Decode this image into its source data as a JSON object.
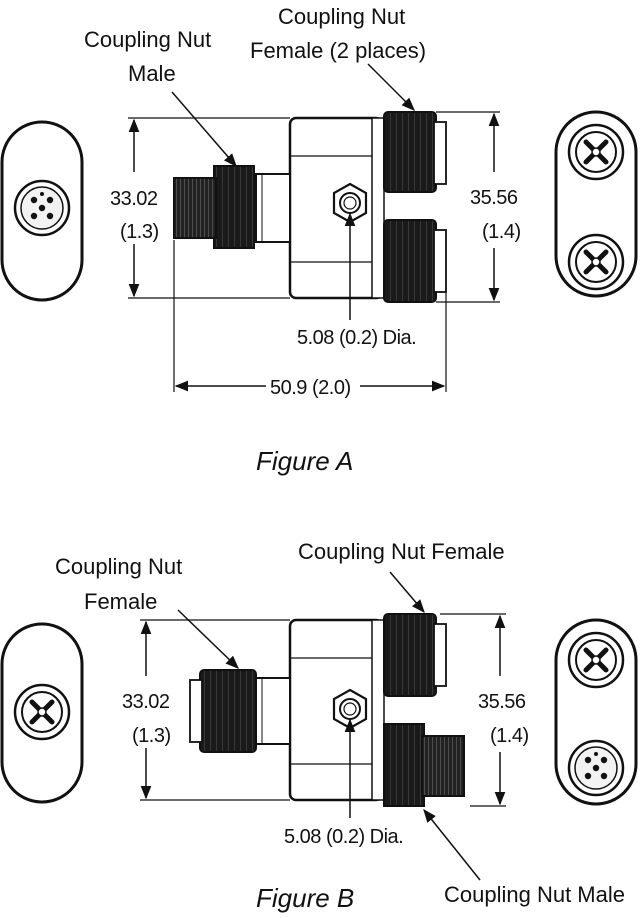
{
  "figure_a": {
    "caption": "Figure A",
    "labels": {
      "male_nut_line1": "Coupling Nut",
      "male_nut_line2": "Male",
      "female_nut_line1": "Coupling Nut",
      "female_nut_line2": "Female (2 places)"
    },
    "dimensions": {
      "left_height_mm": "33.02",
      "left_height_in": "(1.3)",
      "right_height_mm": "35.56",
      "right_height_in": "(1.4)",
      "hole_dia": "5.08 (0.2) Dia.",
      "length": "50.9 (2.0)"
    }
  },
  "figure_b": {
    "caption": "Figure B",
    "labels": {
      "left_nut_line1": "Coupling Nut",
      "left_nut_line2": "Female",
      "top_right_nut": "Coupling Nut Female",
      "bottom_right_nut": "Coupling Nut Male"
    },
    "dimensions": {
      "left_height_mm": "33.02",
      "left_height_in": "(1.3)",
      "right_height_mm": "35.56",
      "right_height_in": "(1.4)",
      "hole_dia": "5.08 (0.2) Dia."
    }
  },
  "colors": {
    "ink": "#111111",
    "nut_fill": "#1a1a1a",
    "body_fill": "#ffffff"
  }
}
